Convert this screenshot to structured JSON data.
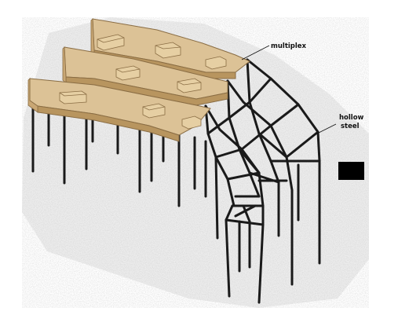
{
  "labels": {
    "multiplex": "multiplex",
    "hollow_line1": "hollow",
    "hollow_line2": "steel"
  },
  "colors": {
    "wood_top": "#dcc296",
    "wood_edge": "#b8955f",
    "wood_box": "#e6cfa3",
    "steel": "#1a1a1a",
    "concrete": "#ececec",
    "legend_swatch": "#000000"
  },
  "icons": {
    "legend_swatch": "black-rectangle-swatch"
  }
}
